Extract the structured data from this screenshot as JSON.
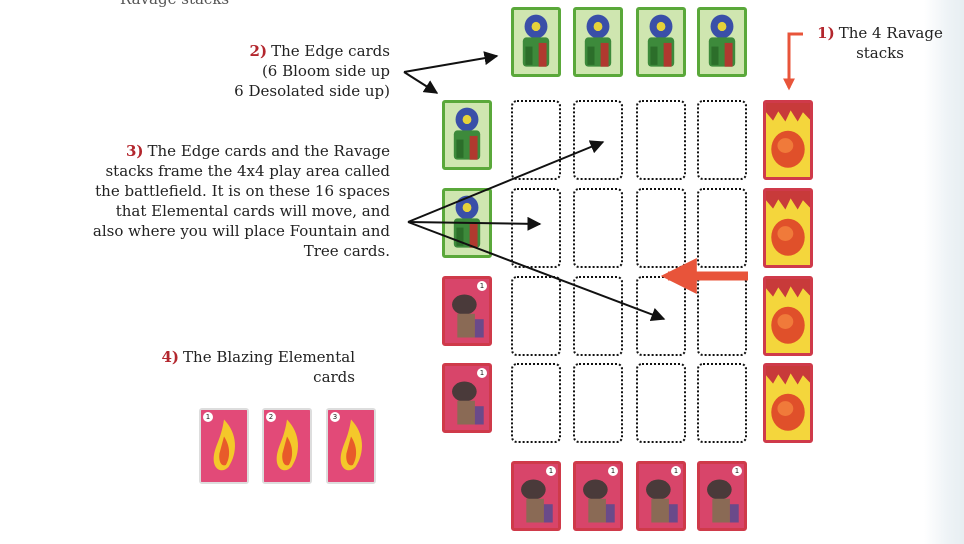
{
  "notes": {
    "top_clipped": "Ravage stacks",
    "ravage": {
      "num": "1)",
      "line1": "The 4 Ravage",
      "line2": "stacks"
    },
    "edge": {
      "num": "2)",
      "line1": "The Edge cards",
      "line2": "(6 Bloom side up",
      "line3": "6 Desolated side up)"
    },
    "battlefield": {
      "num": "3)",
      "lines": [
        "The Edge cards and the Ravage",
        "stacks frame the 4x4 play area called",
        "the battlefield. It is on these 16 spaces",
        "that Elemental cards will move, and",
        "also where you will place Fountain and",
        "Tree cards."
      ]
    },
    "blazing": {
      "num": "4)",
      "line1": "The Blazing Elemental",
      "line2": "cards"
    }
  },
  "cards": {
    "edge_top": {
      "side": "bloom",
      "count": 4
    },
    "edge_left": [
      {
        "side": "bloom"
      },
      {
        "side": "bloom"
      },
      {
        "side": "desolated",
        "number": "1"
      },
      {
        "side": "desolated",
        "number": "1"
      }
    ],
    "edge_bottom": {
      "side": "desolated",
      "count": 4,
      "number": "1"
    },
    "ravage_stacks": {
      "count": 4
    },
    "battlefield": {
      "rows": 4,
      "cols": 4
    },
    "blazing": [
      {
        "number": "1"
      },
      {
        "number": "2"
      },
      {
        "number": "3"
      }
    ]
  },
  "colors": {
    "number_red": "#b3262d",
    "arrow_red": "#e8543a",
    "bloom_green": "#5aa83a",
    "desolated_red": "#cf3a4a",
    "ravage_yellow": "#f2d13a"
  }
}
